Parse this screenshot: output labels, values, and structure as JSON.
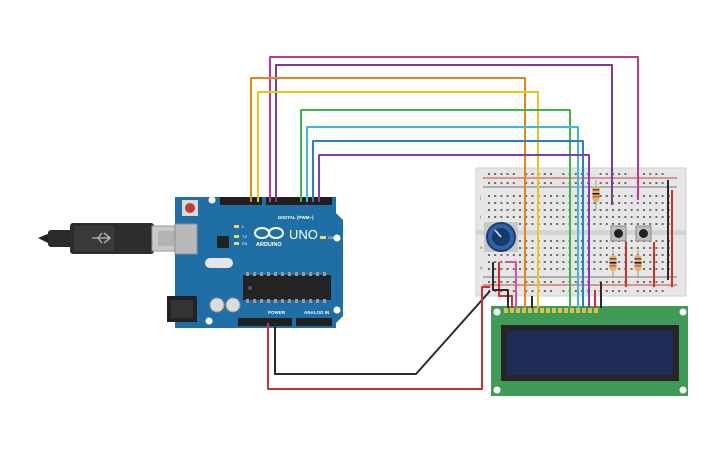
{
  "arduino": {
    "model": "UNO",
    "brand_logo": "ARDUINO",
    "digital_header_label": "DIGITAL (PWM~)",
    "power_label": "POWER",
    "analog_label": "ANALOG IN",
    "led_labels": [
      "L",
      "TX",
      "RX",
      "ON"
    ],
    "board_color": "#1f6fa6"
  },
  "breadboard": {
    "row_letters": [
      "a",
      "b",
      "c",
      "d",
      "e",
      "f",
      "g",
      "h",
      "i",
      "j"
    ]
  },
  "lcd": {
    "board_color": "#3f9b55",
    "screen_color": "#1e2c56"
  },
  "wire_colors": {
    "magenta": "#c4368f",
    "purple": "#7b3a8f",
    "orange": "#e0861d",
    "yellow": "#e8c815",
    "green": "#3cb54a",
    "cyan": "#3fb8d8",
    "blue": "#2b7fc2",
    "violet": "#7b3fb5",
    "red": "#d22d2d",
    "black": "#2a2a2a",
    "pink": "#d9529b"
  },
  "components": [
    "usb-cable",
    "arduino-uno",
    "breadboard",
    "potentiometer",
    "push-button-1",
    "push-button-2",
    "resistor-1",
    "resistor-2",
    "resistor-3",
    "lcd-16x2"
  ]
}
